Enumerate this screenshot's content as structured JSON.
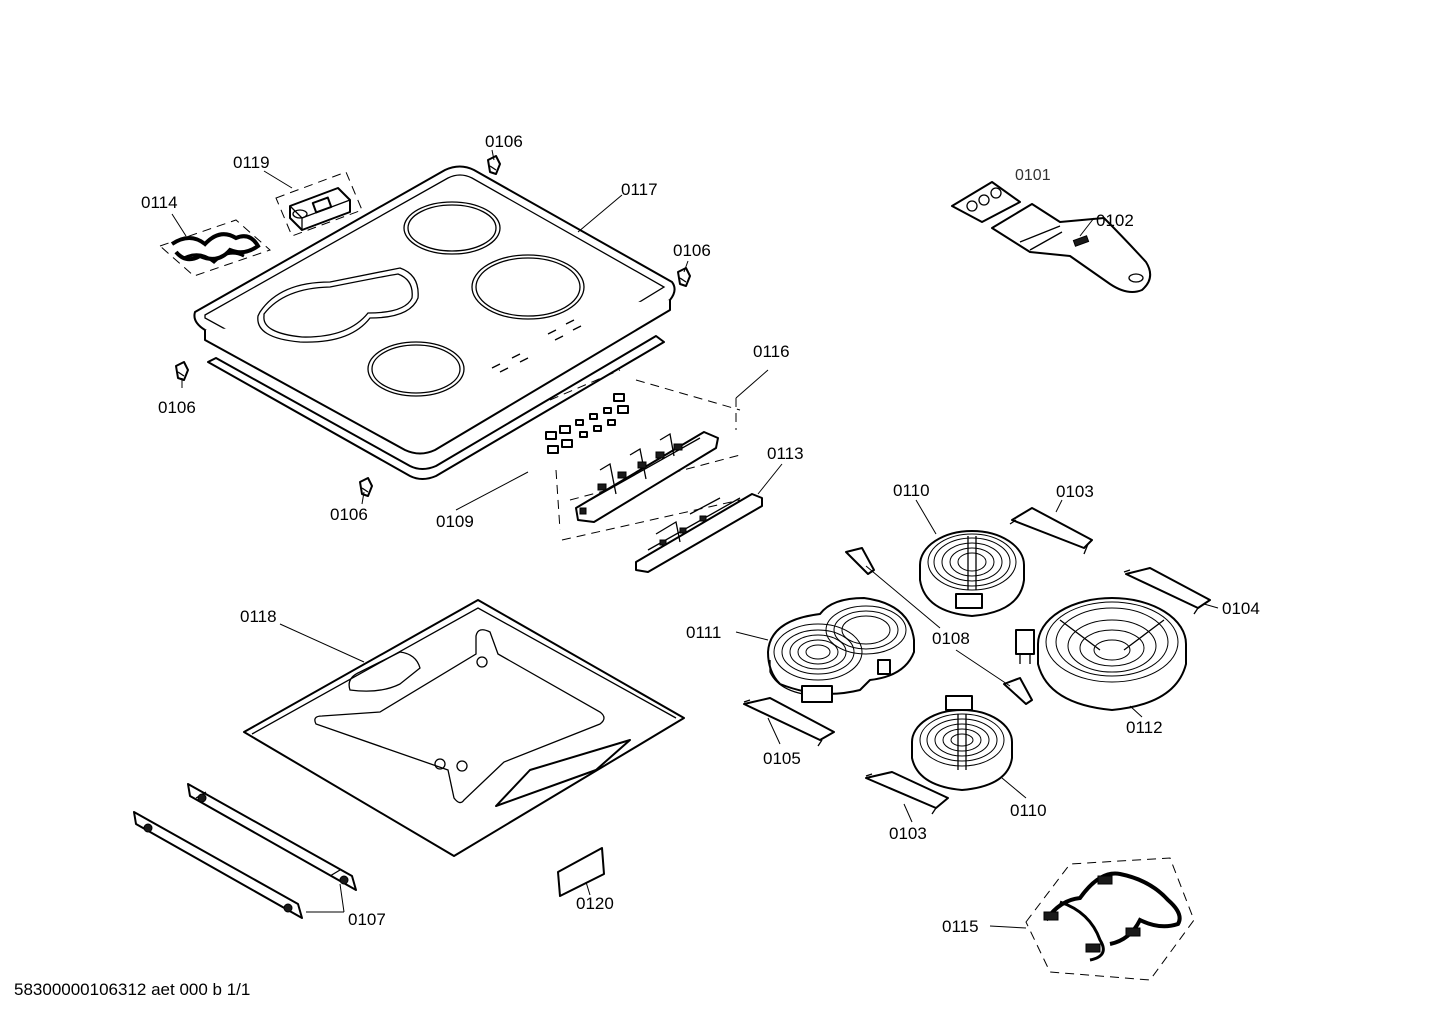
{
  "labels": {
    "p0101": "0101",
    "p0102": "0102",
    "p0103a": "0103",
    "p0103b": "0103",
    "p0104": "0104",
    "p0105": "0105",
    "p0106a": "0106",
    "p0106b": "0106",
    "p0106c": "0106",
    "p0106d": "0106",
    "p0107": "0107",
    "p0108": "0108",
    "p0109": "0109",
    "p0110a": "0110",
    "p0110b": "0110",
    "p0111": "0111",
    "p0112": "0112",
    "p0113": "0113",
    "p0114": "0114",
    "p0115": "0115",
    "p0116": "0116",
    "p0117": "0117",
    "p0118": "0118",
    "p0119": "0119",
    "p0120": "0120"
  },
  "footer": {
    "code": "58300000106312 aet 000 b 1/1"
  }
}
